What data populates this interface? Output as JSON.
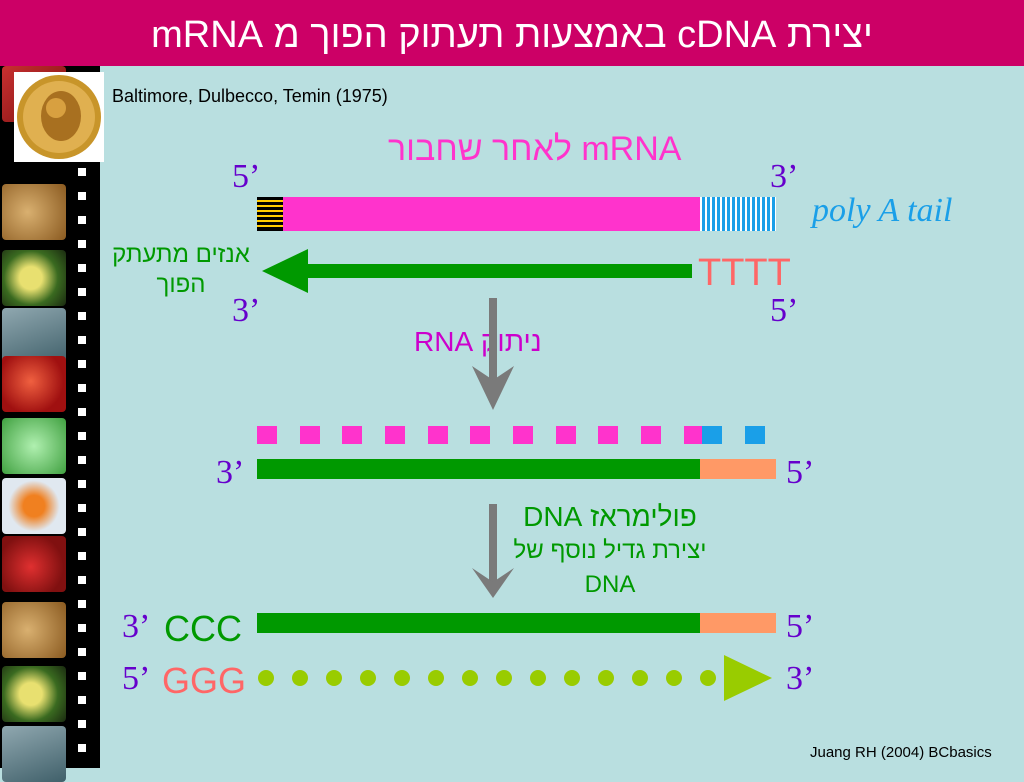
{
  "title": "יצירת cDNA באמצעות תעתוק הפוך מ mRNA",
  "citation_top": "Baltimore, Dulbecco, Temin (1975)",
  "citation_bottom": "Juang RH (2004) BCbasics",
  "mrna_heading": "mRNA לאחר שחבור",
  "poly_a_label": "poly A tail",
  "prime_5": "5’",
  "prime_3": "3’",
  "tttt_label": "TTTT",
  "enzyme_label_line1": "אנזים מתעתק",
  "enzyme_label_line2": "הפוך",
  "step1_label": "ניתוק RNA",
  "step2_line1": "פולימראז DNA",
  "step2_line2": "יצירת גדיל נוסף של",
  "step2_line3": "DNA",
  "ccc_label": "CCC",
  "ggg_label": "GGG",
  "colors": {
    "title_bar": "#cc0066",
    "background": "#b9dfe0",
    "mrna": "#ff33cc",
    "poly_a": "#1a9fe8",
    "dna": "#009900",
    "tail_orange": "#ff9966",
    "prime_labels": "#6600cc",
    "enzyme_text": "#009900",
    "tttt": "#ff6666",
    "dots": "#99cc00",
    "arrow_gray": "#7a7a7a"
  },
  "icons": [
    "nobel-medal-icon",
    "filmstrip-icon",
    "strawberry-icon",
    "avocado-icon",
    "apple-icon",
    "butterfly-icon",
    "cell-icon"
  ]
}
